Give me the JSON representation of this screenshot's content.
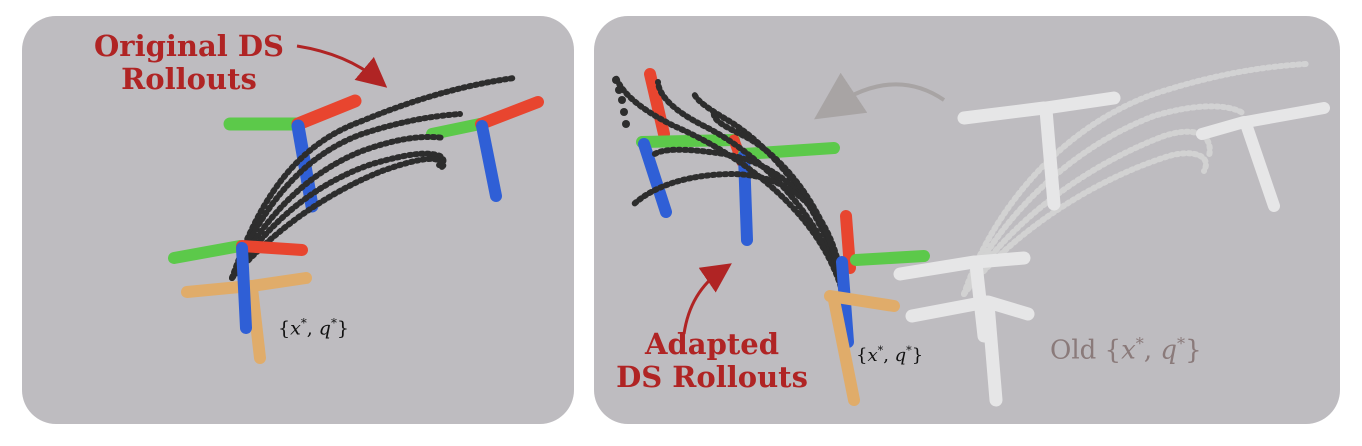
{
  "left_panel": {
    "label_line1": "Original DS",
    "label_line2": "Rollouts",
    "goal_label": {
      "open": "{",
      "x": "x",
      "sep": ", ",
      "q": "q",
      "star": "*",
      "close": "}"
    }
  },
  "right_panel": {
    "label_line1": "Adapted",
    "label_line2": "DS Rollouts",
    "goal_label": {
      "open": "{",
      "x": "x",
      "sep": ", ",
      "q": "q",
      "star": "*",
      "close": "}"
    },
    "old_goal_label": {
      "prefix": "Old ",
      "open": "{",
      "x": "x",
      "sep": ", ",
      "q": "q",
      "star": "*",
      "close": "}"
    }
  },
  "colors": {
    "panel_bg": "#bebcc0",
    "label_red": "#b02424",
    "axis_red": "#e8452f",
    "axis_green": "#5cc94a",
    "axis_blue": "#2f5fd6",
    "goal_orange": "#e0ac6a",
    "trajectory": "#2d2d2d",
    "ghost": "#eeeeee",
    "old_label": "#8a7a7a",
    "arrow_gray": "#a8a4a4"
  }
}
